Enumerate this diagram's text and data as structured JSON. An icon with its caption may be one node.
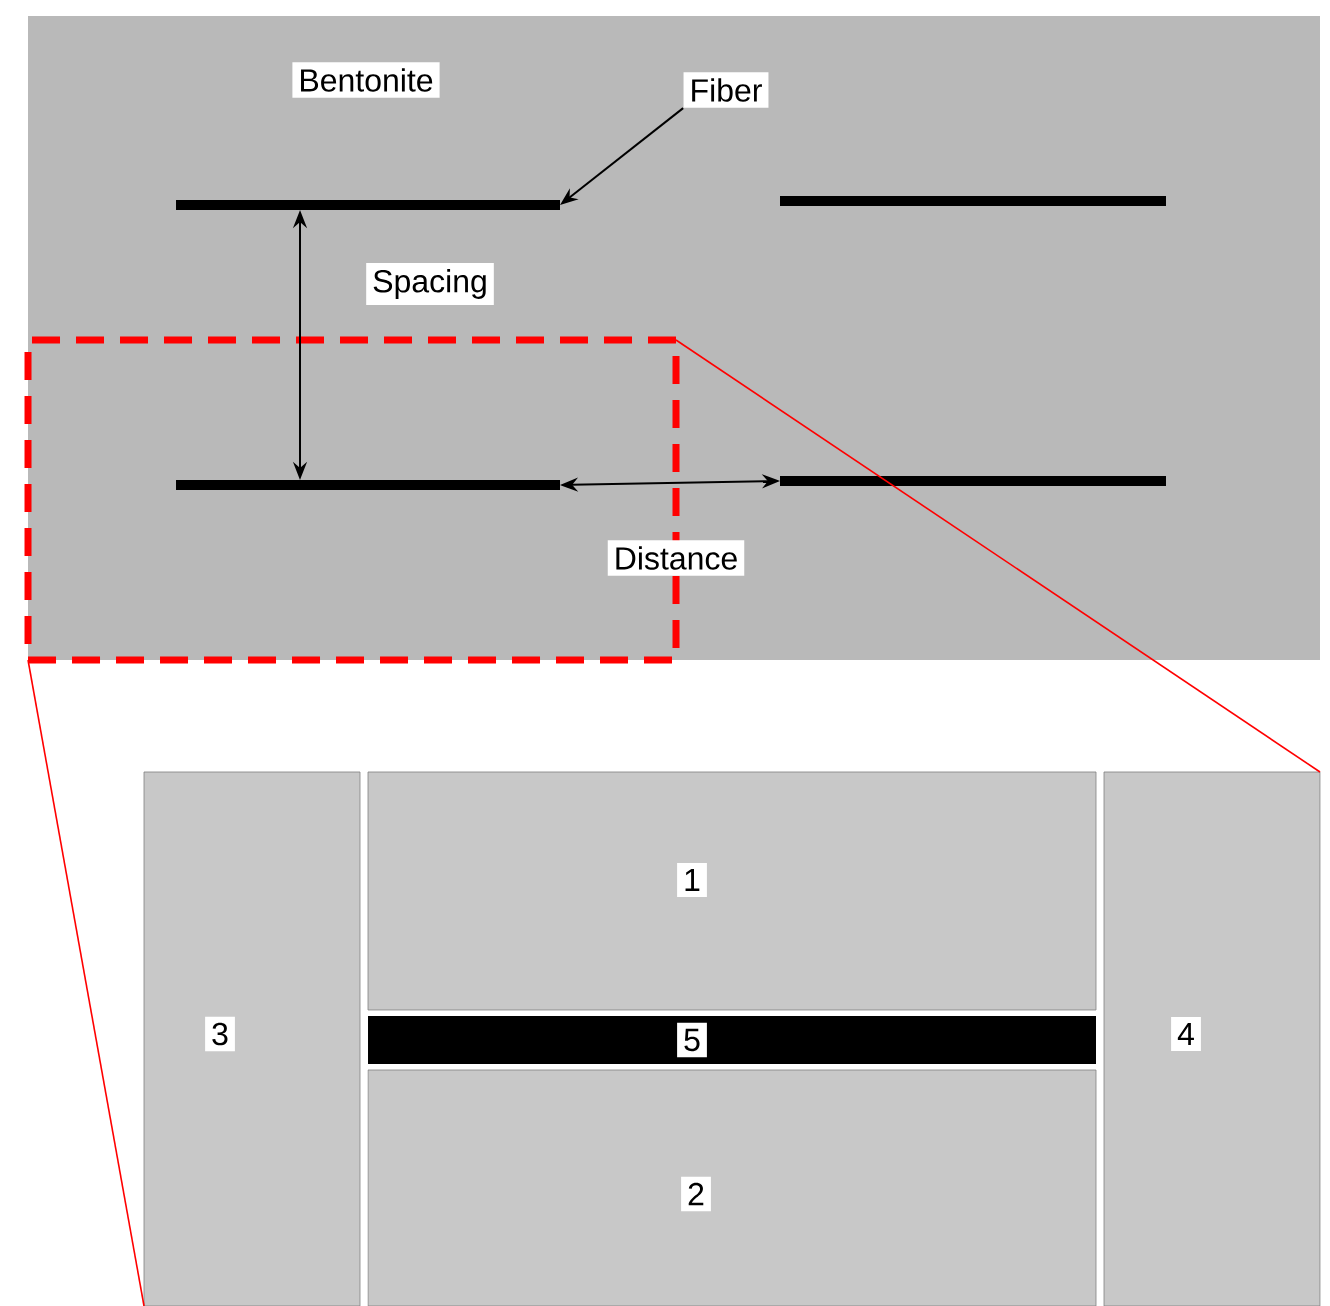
{
  "diagram": {
    "nodes": [
      {
        "text": [
          "Bentonite"
        ]
      },
      {
        "text": [
          "Fiber"
        ],
        "in": 0
      },
      {
        "text": [],
        "shape": "bar",
        "in": 0
      },
      {
        "text": [],
        "shape": "bar",
        "in": 0
      },
      {
        "text": [],
        "shape": "box",
        "in": 0
      },
      {
        "text": [],
        "shape": "bar",
        "in": 4
      },
      {
        "text": [],
        "shape": "bar",
        "in": 0
      },
      {
        "text": [
          "3"
        ]
      },
      {
        "text": [
          "1"
        ]
      },
      {
        "text": [
          "5"
        ]
      },
      {
        "text": [
          "4"
        ]
      },
      {
        "text": [
          "2"
        ]
      }
    ],
    "edges": [
      {
        "from": 1,
        "to": 2,
        "arrow": "to"
      },
      {
        "from": 2,
        "to": 5,
        "arrow": "both",
        "label": "Spacing"
      },
      {
        "from": 5,
        "to": 6,
        "arrow": "both",
        "label": "Distance"
      },
      {
        "from": 4,
        "to": 10,
        "arrow": "none",
        "color": "#ff0000"
      },
      {
        "from": 4,
        "to": 7,
        "arrow": "none",
        "color": "#ff0000"
      }
    ]
  }
}
